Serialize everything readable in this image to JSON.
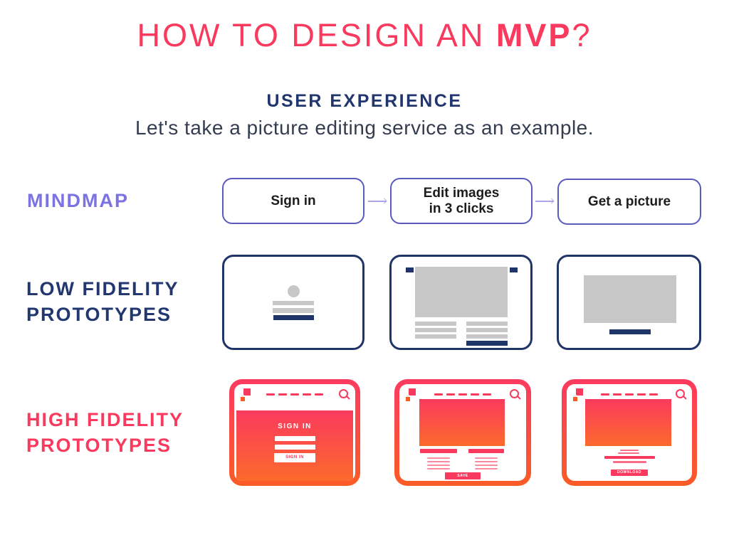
{
  "title": {
    "prefix": "HOW TO DESIGN AN ",
    "bold": "MVP",
    "suffix": "?"
  },
  "intro": {
    "heading": "USER EXPERIENCE",
    "tagline": "Let's take a picture editing service as an example."
  },
  "rows": {
    "mindmap": {
      "label": "MINDMAP"
    },
    "low_fidelity": {
      "label_line1": "LOW FIDELITY",
      "label_line2": "PROTOTYPES"
    },
    "high_fidelity": {
      "label_line1": "HIGH FIDELITY",
      "label_line2": "PROTOTYPES"
    }
  },
  "mindmap_nodes": [
    {
      "label": "Sign in"
    },
    {
      "label": "Edit images in 3 clicks"
    },
    {
      "label": "Get a picture"
    }
  ],
  "high_fidelity_screens": {
    "sign_in": {
      "heading": "SIGN IN",
      "button_label": "SIGN IN"
    },
    "editor": {
      "button_label": "SAVE"
    },
    "result": {
      "button_label": "DOWNLOAD"
    }
  },
  "colors": {
    "pink": "#F9395D",
    "orange": "#FA5C26",
    "navy_text": "#22376F",
    "navy_wireframe": "#1F3468",
    "purple_label": "#7C73E2",
    "node_border": "#5A5ABF",
    "arrow_purple": "#A9A5E8",
    "wireframe_gray": "#C7C7C7",
    "tagline_dark": "#333D4F"
  }
}
